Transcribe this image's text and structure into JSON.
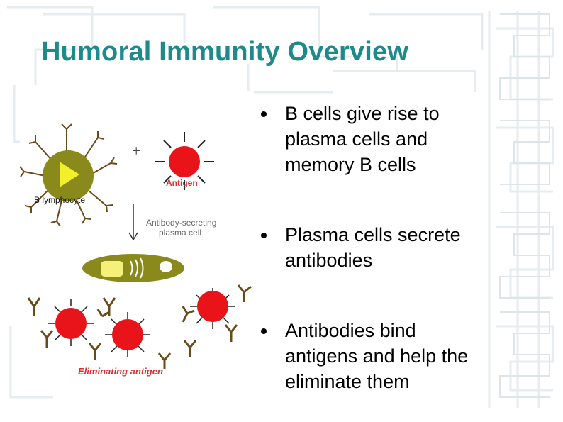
{
  "slide": {
    "title": "Humoral Immunity Overview"
  },
  "figure": {
    "labels": {
      "b_lymphocyte": "B lymphocyte",
      "plus": "+",
      "antigen": "Antigen",
      "plasma_cell_line1": "Antibody-secreting",
      "plasma_cell_line2": "plasma cell",
      "eliminating": "Eliminating antigen"
    }
  },
  "bullets": [
    "B cells give rise to plasma cells and memory B cells",
    "Plasma cells secrete antibodies",
    "Antibodies bind antigens and help the eliminate them"
  ],
  "colors": {
    "title": "#1f8a8a",
    "antigen_red": "#e8141a",
    "b_cell_olive": "#8a8a1c",
    "antibody_brown": "#6b4a1a",
    "label_red": "#d43030",
    "pattern": "#e4ebef"
  }
}
